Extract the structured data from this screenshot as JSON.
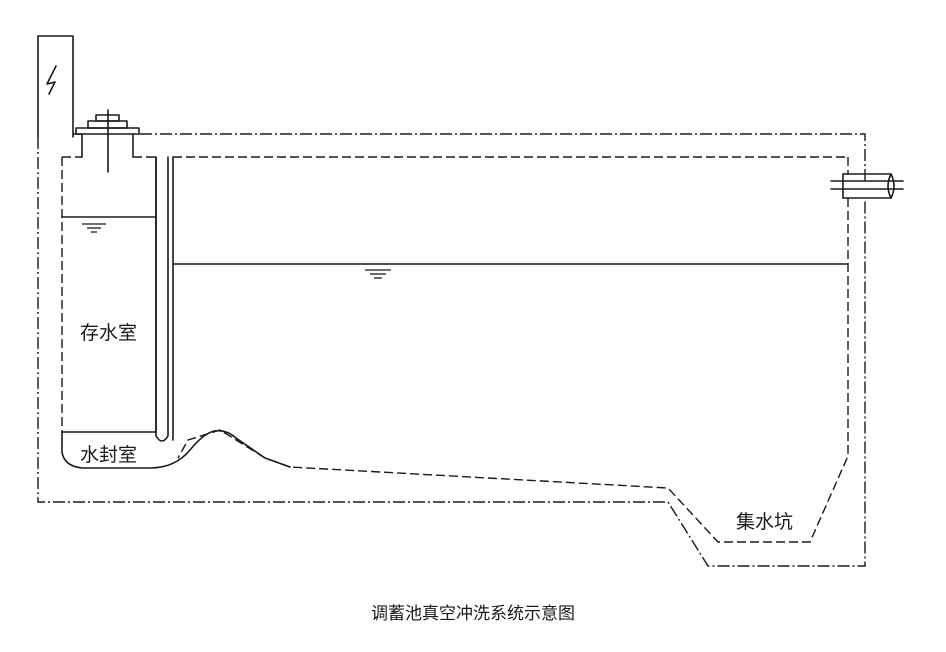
{
  "labels": {
    "storage_room": "存水室",
    "water_seal_room": "水封室",
    "sump": "集水坑"
  },
  "caption": "调蓄池真空冲洗系统示意图",
  "symbols": {
    "electric": "lightning-icon",
    "water_level": "water-level-icon"
  }
}
